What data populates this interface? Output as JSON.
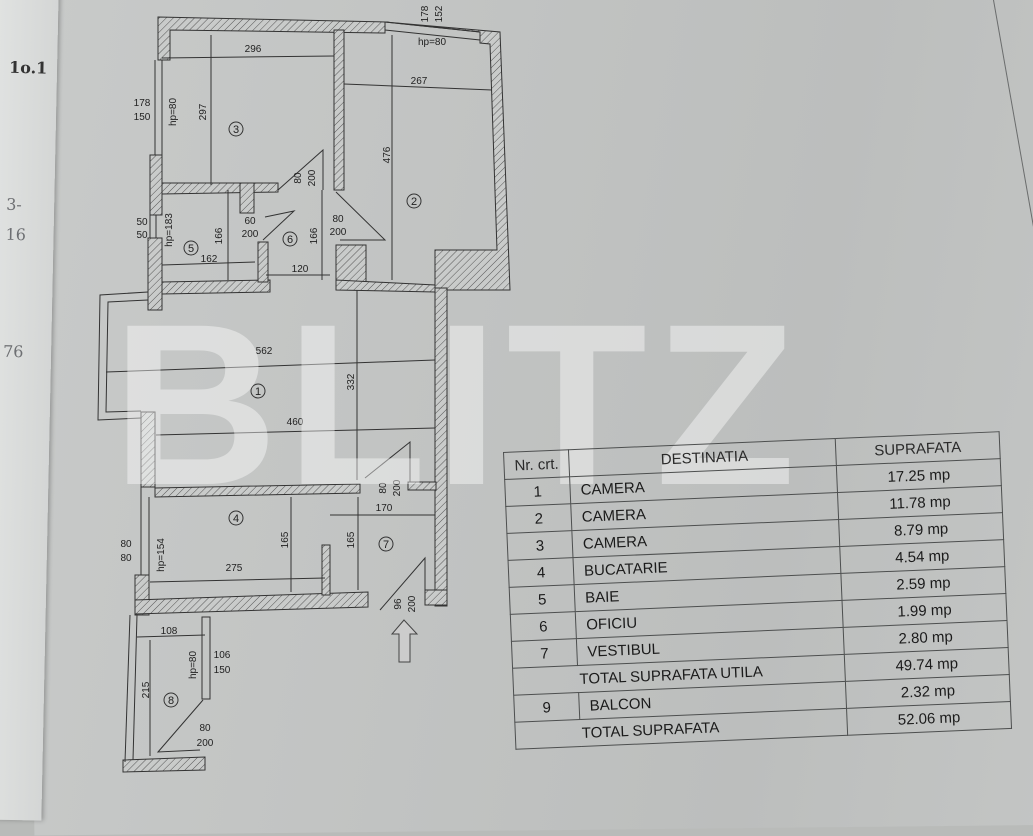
{
  "document": {
    "type": "floor plan with area table",
    "watermark": "BLITZ"
  },
  "side_sheet": {
    "fragments": [
      "1o.1",
      "3-",
      "16",
      "76"
    ]
  },
  "plan": {
    "rooms": [
      {
        "id": "1",
        "label": "1"
      },
      {
        "id": "2",
        "label": "2"
      },
      {
        "id": "3",
        "label": "3"
      },
      {
        "id": "4",
        "label": "4"
      },
      {
        "id": "5",
        "label": "5"
      },
      {
        "id": "6",
        "label": "6"
      },
      {
        "id": "7",
        "label": "7"
      },
      {
        "id": "8",
        "label": "8"
      }
    ],
    "dimensions": {
      "room3_width": "296",
      "room3_height": "297",
      "room3_window_top": "178",
      "room3_window_bottom": "150",
      "room3_hp": "hp=80",
      "room2_width": "267",
      "room2_height": "476",
      "room2_window_top": "178",
      "room2_window_bottom": "152",
      "room2_hp": "hp=80",
      "room5_width": "162",
      "room5_height": "166",
      "room5_hp": "hp=183",
      "room5_window_top": "50",
      "room5_window_bottom": "50",
      "door5_top": "60",
      "door5_bottom": "200",
      "room6_width": "120",
      "room6_height": "166",
      "door3_top": "80",
      "door3_bottom": "200",
      "door2_top": "80",
      "door2_bottom": "200",
      "room1_outer_width": "562",
      "room1_inner_width": "460",
      "room1_height": "332",
      "door1_top": "80",
      "door1_bottom": "200",
      "room4_width": "275",
      "room4_height": "165",
      "room4_hp": "hp=154",
      "room4_window_top": "80",
      "room4_window_bottom": "80",
      "room7_width": "170",
      "room7_height": "165",
      "entry_door_top": "96",
      "entry_door_bottom": "200",
      "room8_width": "108",
      "room8_height": "215",
      "room8_hp": "hp=80",
      "room8_window_top": "106",
      "room8_window_bottom": "150",
      "door8_top": "80",
      "door8_bottom": "200"
    }
  },
  "table": {
    "headers": {
      "nr": "Nr. crt.",
      "dest": "DESTINATIA",
      "sup": "SUPRAFATA"
    },
    "rows": [
      {
        "nr": "1",
        "dest": "CAMERA",
        "sup": "17.25 mp"
      },
      {
        "nr": "2",
        "dest": "CAMERA",
        "sup": "11.78 mp"
      },
      {
        "nr": "3",
        "dest": "CAMERA",
        "sup": "8.79 mp"
      },
      {
        "nr": "4",
        "dest": "BUCATARIE",
        "sup": "4.54 mp"
      },
      {
        "nr": "5",
        "dest": "BAIE",
        "sup": "2.59 mp"
      },
      {
        "nr": "6",
        "dest": "OFICIU",
        "sup": "1.99 mp"
      },
      {
        "nr": "7",
        "dest": "VESTIBUL",
        "sup": "2.80 mp"
      }
    ],
    "total_useful": {
      "label": "TOTAL SUPRAFATA UTILA",
      "sup": "49.74 mp"
    },
    "balcony": {
      "nr": "9",
      "dest": "BALCON",
      "sup": "2.32 mp"
    },
    "total": {
      "label": "TOTAL SUPRAFATA",
      "sup": "52.06 mp"
    }
  }
}
